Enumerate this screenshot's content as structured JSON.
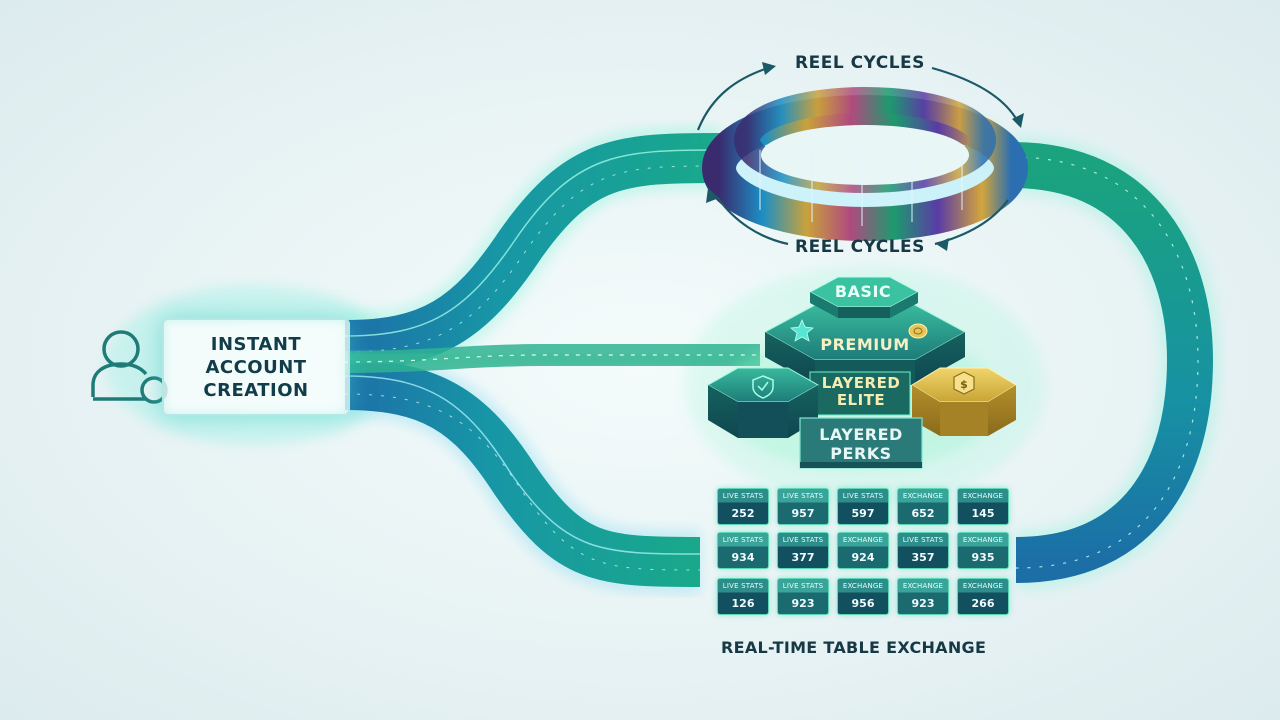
{
  "account": {
    "line1": "INSTANT",
    "line2": "ACCOUNT",
    "line3": "CREATION",
    "icon": "user-plus-icon"
  },
  "reel": {
    "top_label": "REEL CYCLES",
    "bottom_label": "REEL CYCLES"
  },
  "tiers": {
    "basic": "BASIC",
    "premium": "PREMIUM",
    "elite_line1": "LAYERED",
    "elite_line2": "ELITE",
    "perks_line1": "LAYERED",
    "perks_line2": "PERKS",
    "coin_symbol": "$"
  },
  "exchange": {
    "caption": "REAL-TIME TABLE EXCHANGE",
    "rows": [
      [
        {
          "h": "LIVE STATS",
          "v": "252"
        },
        {
          "h": "LIVE STATS",
          "v": "957"
        },
        {
          "h": "LIVE STATS",
          "v": "597"
        },
        {
          "h": "EXCHANGE",
          "v": "652"
        },
        {
          "h": "EXCHANGE",
          "v": "145"
        }
      ],
      [
        {
          "h": "LIVE STATS",
          "v": "934"
        },
        {
          "h": "LIVE STATS",
          "v": "377"
        },
        {
          "h": "EXCHANGE",
          "v": "924"
        },
        {
          "h": "LIVE STATS",
          "v": "357"
        },
        {
          "h": "EXCHANGE",
          "v": "935"
        }
      ],
      [
        {
          "h": "LIVE STATS",
          "v": "126"
        },
        {
          "h": "LIVE STATS",
          "v": "923"
        },
        {
          "h": "EXCHANGE",
          "v": "956"
        },
        {
          "h": "EXCHANGE",
          "v": "923"
        },
        {
          "h": "EXCHANGE",
          "v": "266"
        }
      ]
    ]
  },
  "colors": {
    "flow_teal": "#17a38f",
    "flow_blue": "#1c7fb8",
    "glow": "#7df3c8",
    "ink": "#173845",
    "gold": "#d9b84a"
  }
}
